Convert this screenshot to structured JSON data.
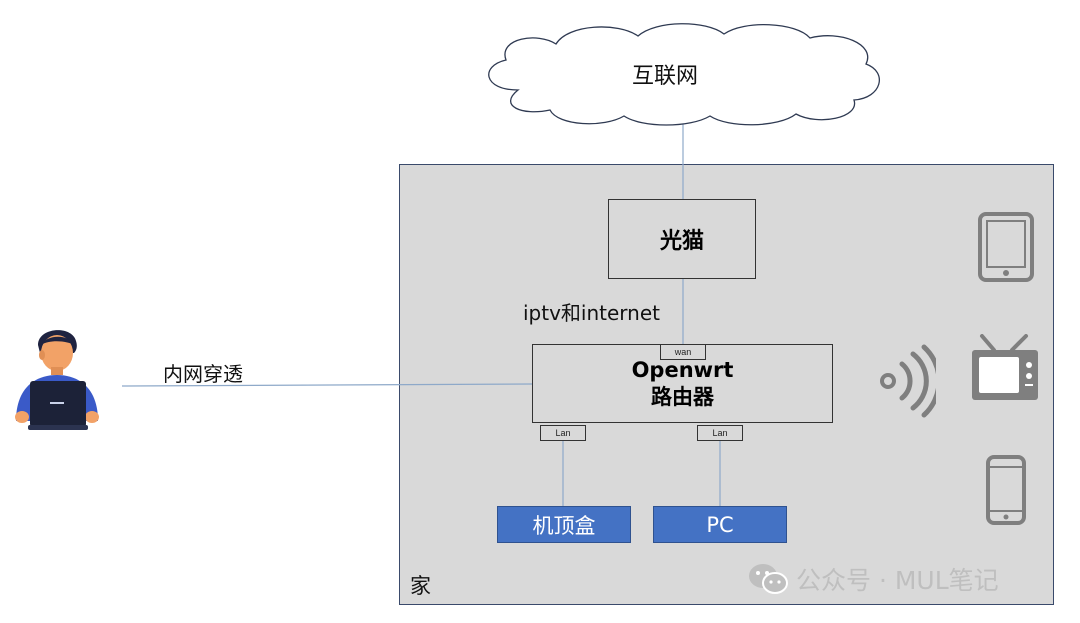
{
  "nodes": {
    "internet": "互联网",
    "home": "家",
    "modem": "光猫",
    "router_line1": "Openwrt",
    "router_line2": "路由器",
    "stb": "机顶盒",
    "pc": "PC"
  },
  "ports": {
    "wan": "wan",
    "lan1": "Lan",
    "lan2": "Lan"
  },
  "edges": {
    "modem_to_router": "iptv和internet",
    "remote_to_router": "内网穿透"
  },
  "icons": {
    "remote_user": "person-laptop-icon",
    "wifi": "wifi-signal-icon",
    "tablet": "tablet-icon",
    "tv": "tv-icon",
    "phone": "phone-icon",
    "watermark": "wechat-icon"
  },
  "watermark": {
    "text": "公众号 · MUL笔记"
  },
  "colors": {
    "home_bg": "#d9d9d9",
    "device_fill": "#4472c4",
    "line": "#8ea9c9",
    "icon_gray": "#7f7f7f",
    "skin": "#f2a267",
    "shirt": "#3a5ac8"
  }
}
